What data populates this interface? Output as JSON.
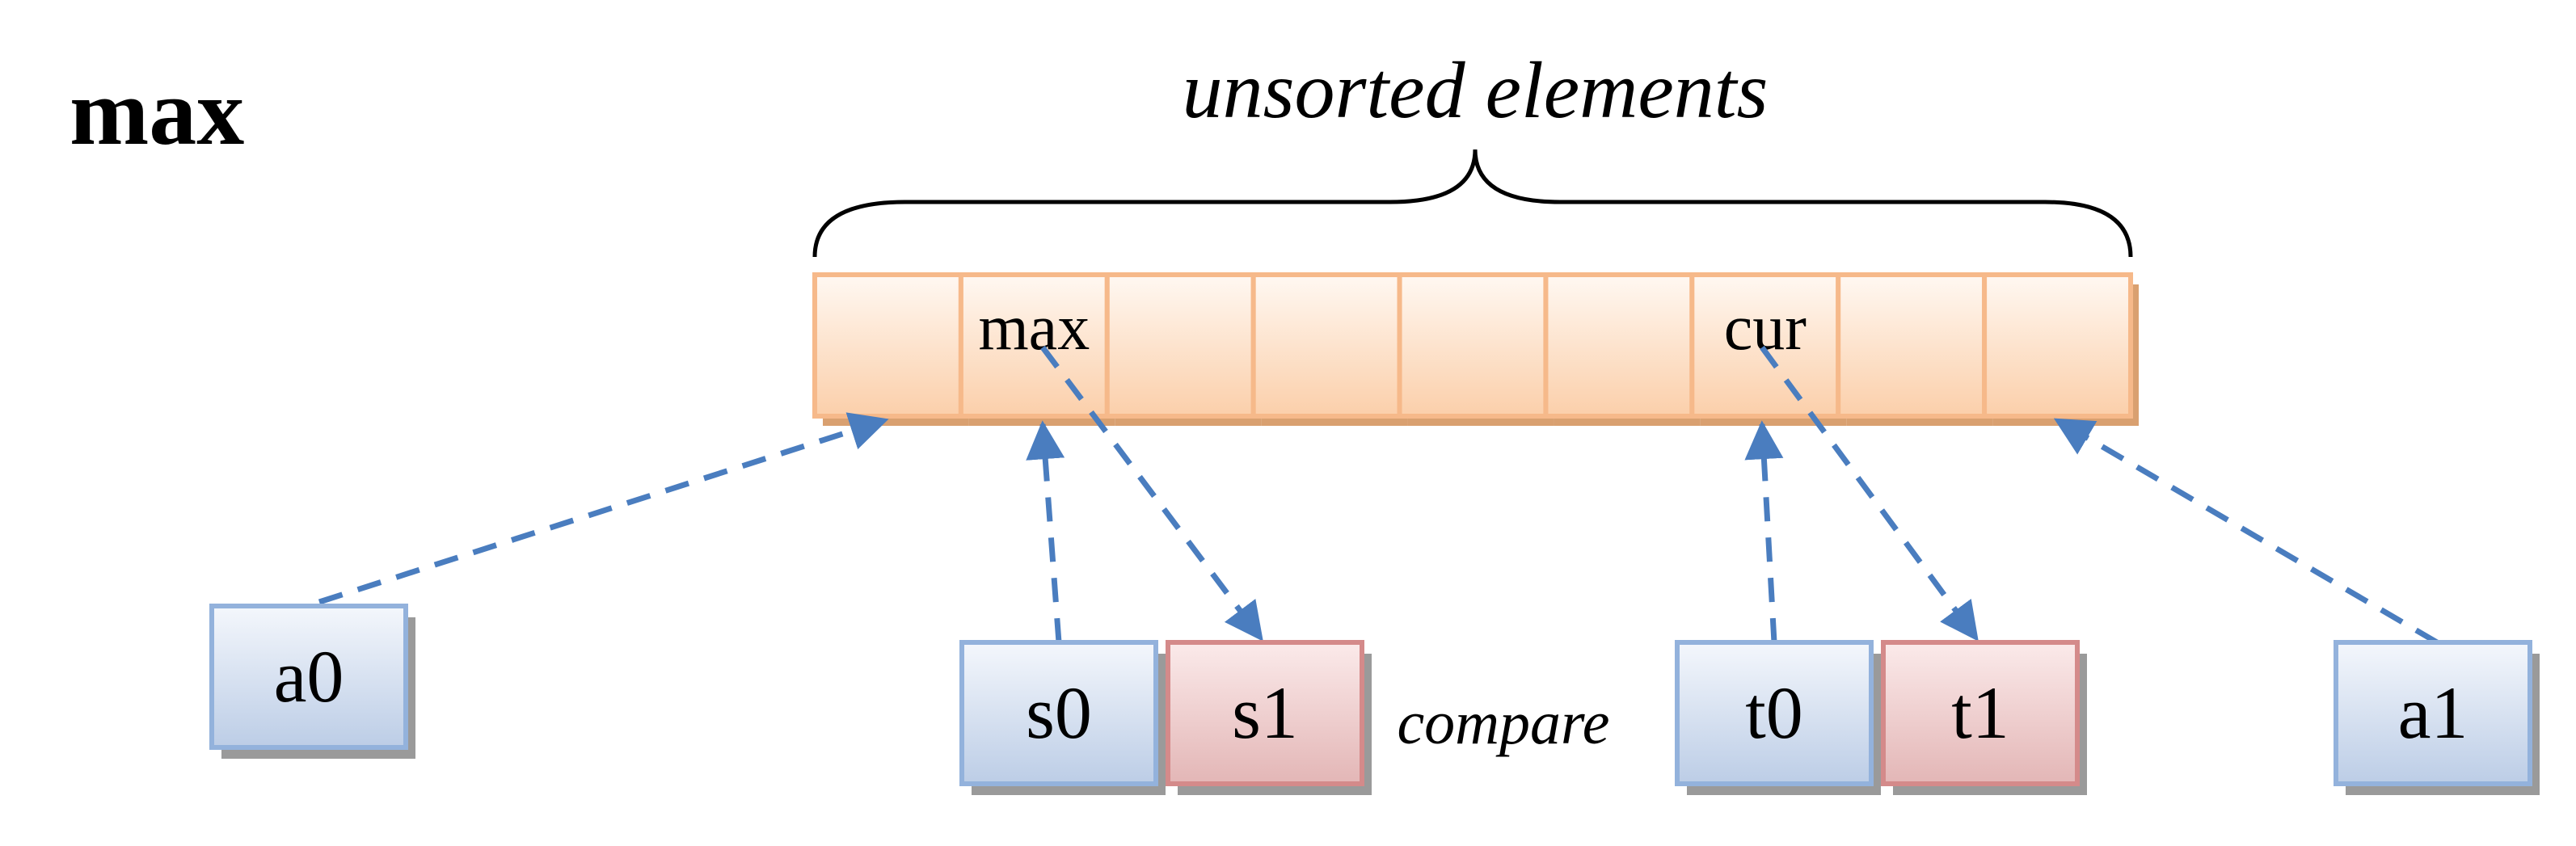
{
  "title": "max",
  "brace_label": "unsorted elements",
  "compare_label": "compare",
  "array": {
    "cell_count": 9,
    "cell_labels": [
      "",
      "max",
      "",
      "",
      "",
      "",
      "cur",
      "",
      ""
    ]
  },
  "registers": [
    {
      "id": "a0",
      "label": "a0",
      "kind": "blue"
    },
    {
      "id": "s0",
      "label": "s0",
      "kind": "blue"
    },
    {
      "id": "s1",
      "label": "s1",
      "kind": "red"
    },
    {
      "id": "t0",
      "label": "t0",
      "kind": "blue"
    },
    {
      "id": "t1",
      "label": "t1",
      "kind": "red"
    },
    {
      "id": "a1",
      "label": "a1",
      "kind": "blue"
    }
  ],
  "pointers": [
    {
      "from": "a0",
      "to_cell": 0,
      "direction": "register-to-array"
    },
    {
      "from": "s0",
      "to_cell": 1,
      "direction": "register-to-array"
    },
    {
      "from_cell": 1,
      "to": "s1",
      "direction": "array-to-register"
    },
    {
      "from": "t0",
      "to_cell": 6,
      "direction": "register-to-array"
    },
    {
      "from_cell": 6,
      "to": "t1",
      "direction": "array-to-register"
    },
    {
      "from": "a1",
      "to_cell": 8,
      "direction": "register-to-array"
    }
  ],
  "colors": {
    "blue_fill_top": "#f4f7fc",
    "blue_fill_bottom": "#bccde6",
    "blue_stroke": "#93b2dc",
    "red_fill_top": "#fbeaea",
    "red_fill_bottom": "#e3b6b6",
    "red_stroke": "#d48a8a",
    "cell_fill_top": "#fff8f2",
    "cell_fill_bottom": "#fbcfaa",
    "cell_stroke": "#f6b98a",
    "shadow": "#9a9a9a",
    "arrow": "#4a7dbf"
  }
}
